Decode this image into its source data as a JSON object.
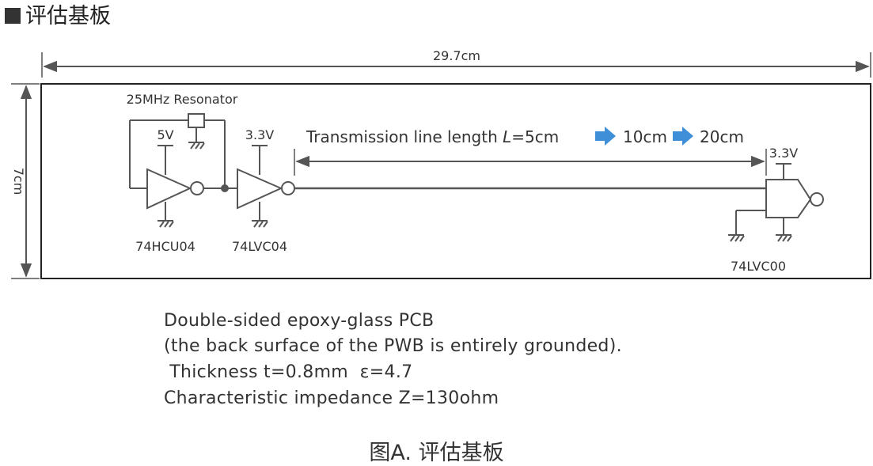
{
  "heading": "评估基板",
  "dimensions": {
    "width_label": "29.7cm",
    "height_label": "7cm"
  },
  "components": {
    "resonator_label": "25MHz Resonator",
    "vcc_5v": "5V",
    "vcc_33_a": "3.3V",
    "vcc_33_b": "3.3V",
    "ic1": "74HCU04",
    "ic2": "74LVC04",
    "ic3": "74LVC00"
  },
  "transmission": {
    "prefix": "Transmission line length ",
    "var": "L",
    "eq": "=5cm",
    "step2": "10cm",
    "step3": "20cm"
  },
  "description": {
    "line1": "Double-sided epoxy-glass PCB",
    "line2": "(the back surface of the PWB is entirely grounded).",
    "line3": " Thickness t=0.8mm  ε=4.7",
    "line4": "Characteristic impedance Z=130ohm"
  },
  "caption": "图A. 评估基板",
  "colors": {
    "line": "#555555",
    "arrow": "#3f8fd8",
    "text": "#333333"
  }
}
